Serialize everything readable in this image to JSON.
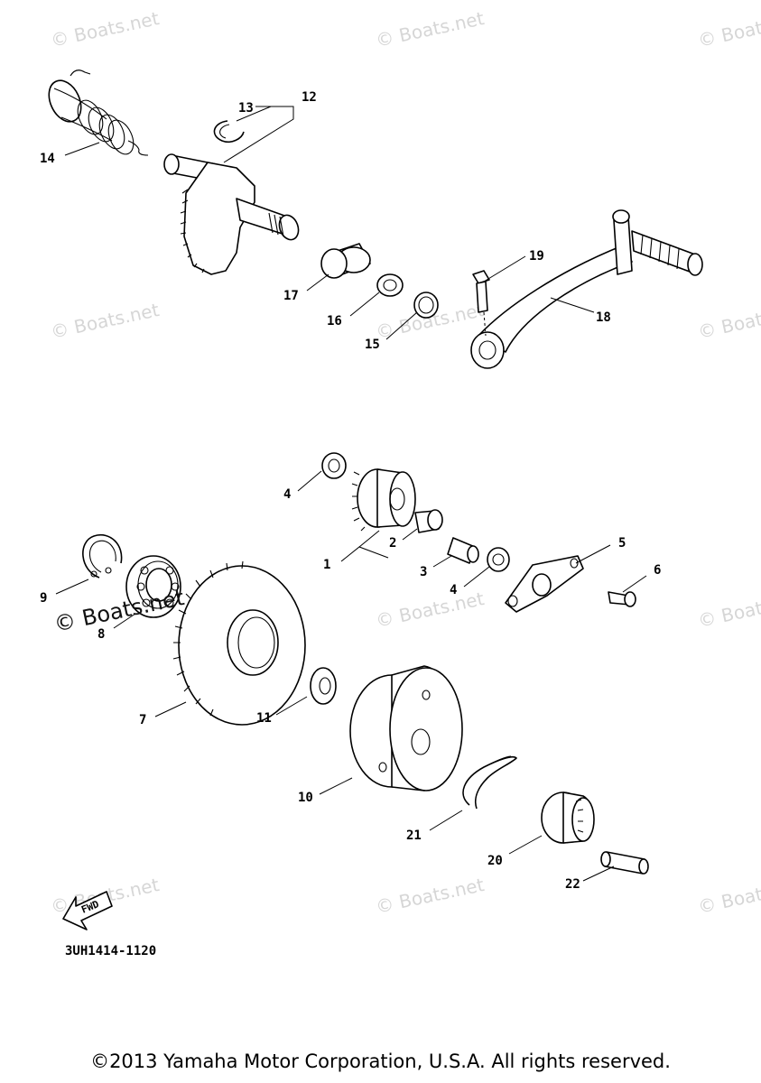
{
  "watermark_text": "© Boats.net",
  "diagram_code": "3UH1414-1120",
  "fwd_label": "FWD",
  "copyright": "©2013 Yamaha Motor Corporation, U.S.A. All rights reserved.",
  "callouts": [
    "1",
    "2",
    "3",
    "4",
    "4",
    "5",
    "6",
    "7",
    "8",
    "9",
    "10",
    "11",
    "12",
    "13",
    "14",
    "15",
    "16",
    "17",
    "18",
    "19",
    "20",
    "21",
    "22"
  ]
}
